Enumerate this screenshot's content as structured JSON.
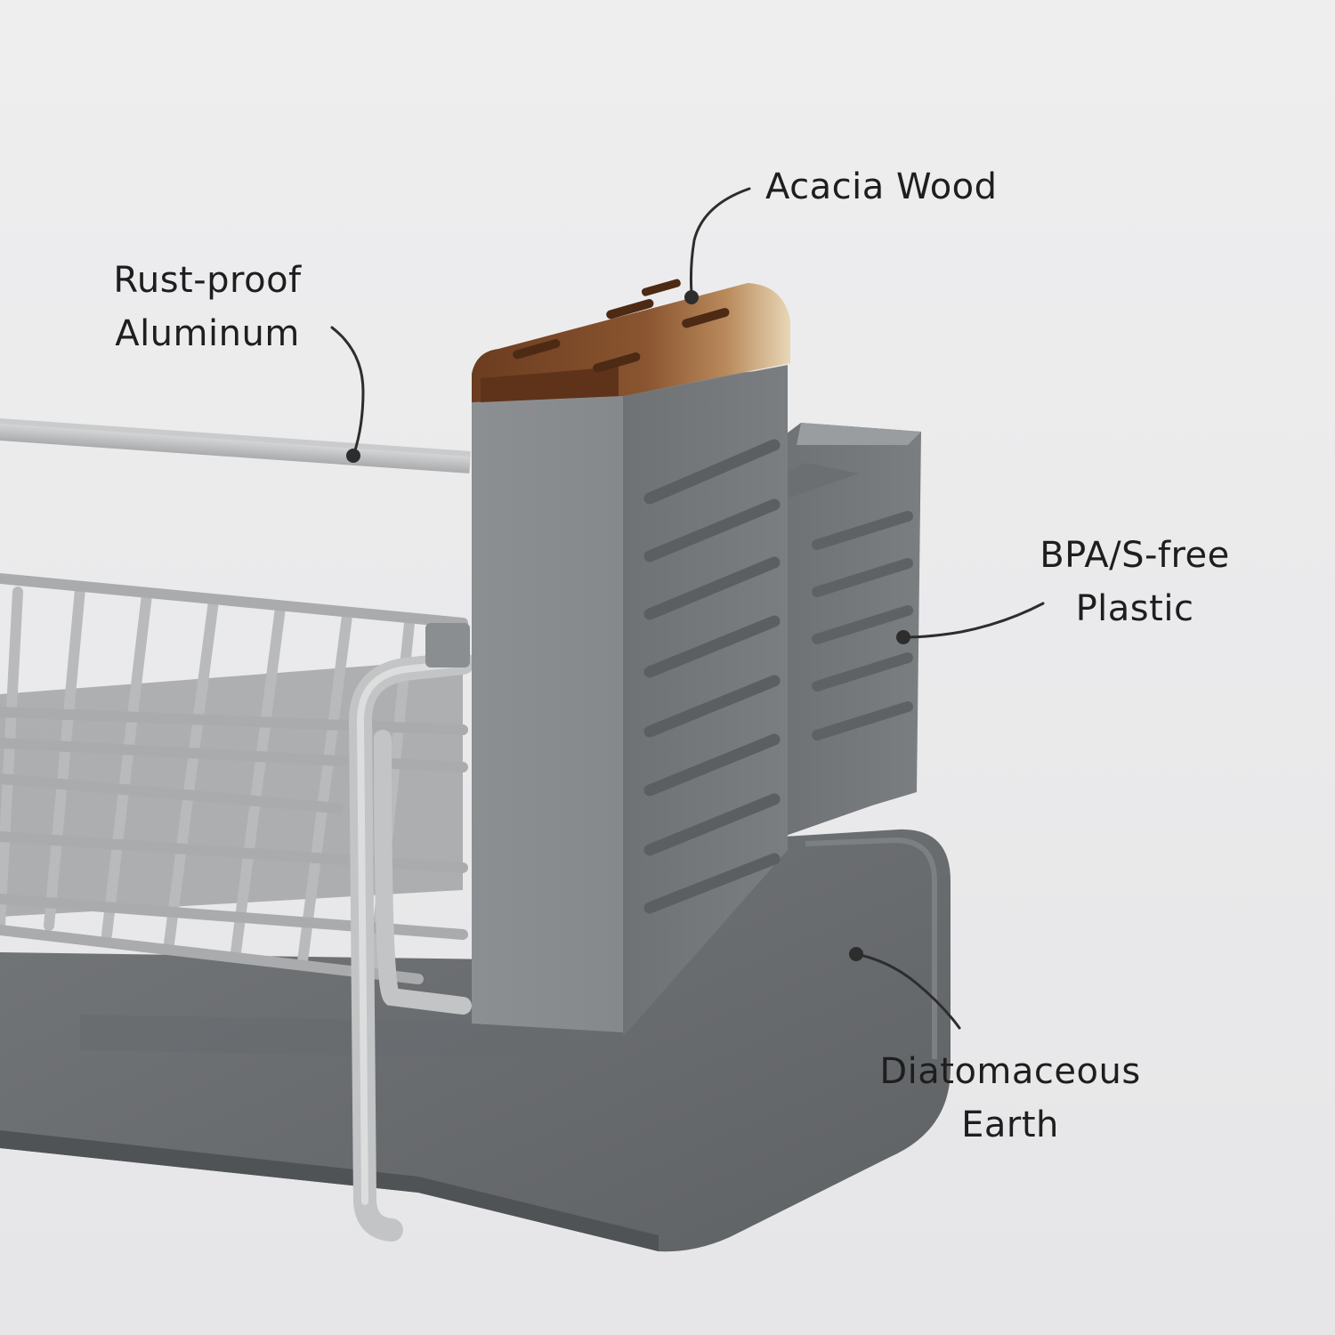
{
  "callouts": {
    "acacia_wood": {
      "lines": [
        "Acacia Wood"
      ]
    },
    "aluminum": {
      "lines": [
        "Rust-proof",
        "Aluminum"
      ]
    },
    "plastic": {
      "lines": [
        "BPA/S-free",
        "Plastic"
      ]
    },
    "earth": {
      "lines": [
        "Diatomaceous",
        "Earth"
      ]
    }
  },
  "colors": {
    "background": "#ebebed",
    "label_text": "#1e1e1e",
    "plastic_gray": "#8a8d90",
    "aluminum": "#bfc1c2",
    "mat": "#6d7073",
    "wood": "#7a4a2a"
  }
}
